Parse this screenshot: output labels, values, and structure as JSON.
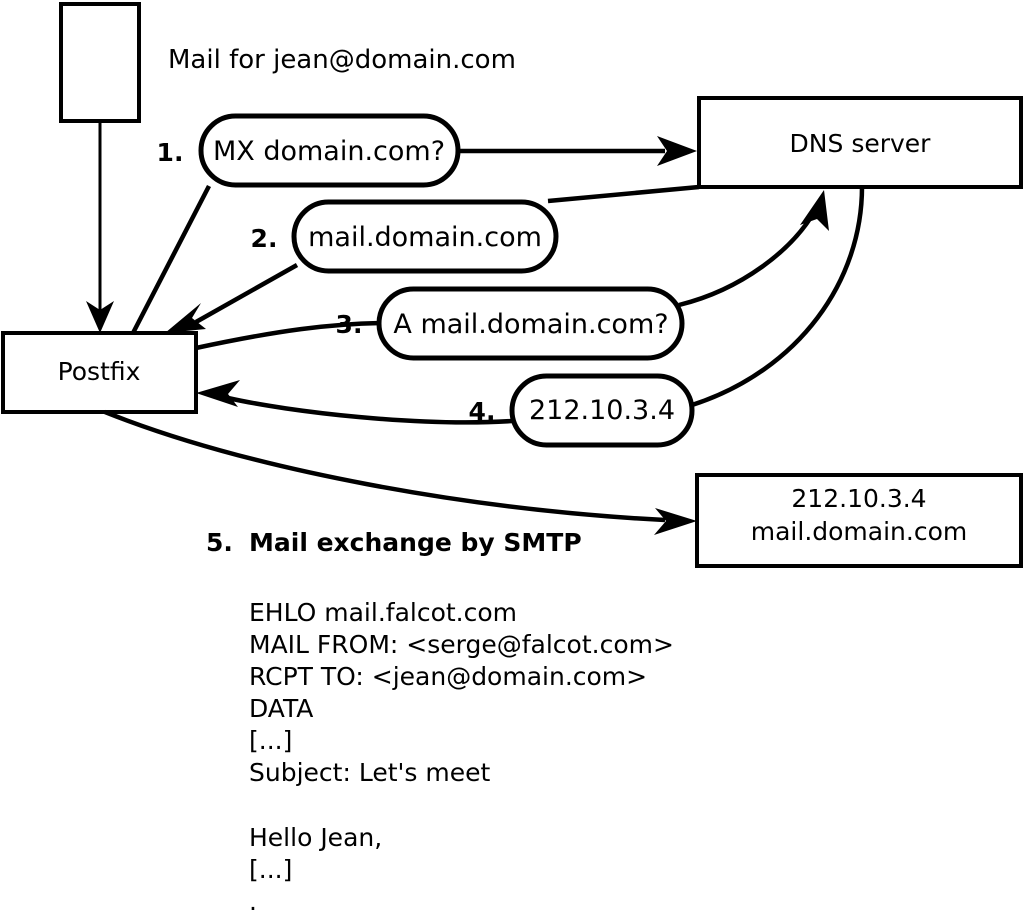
{
  "diagram": {
    "title_caption": "Mail for jean@domain.com",
    "nodes": [
      {
        "id": "client",
        "label": ""
      },
      {
        "id": "postfix",
        "label": "Postfix"
      },
      {
        "id": "dns",
        "label": "DNS server"
      },
      {
        "id": "mailserver",
        "label_line1": "212.10.3.4",
        "label_line2": "mail.domain.com"
      }
    ],
    "steps": [
      {
        "number": "1.",
        "label": "MX domain.com?"
      },
      {
        "number": "2.",
        "label": "mail.domain.com"
      },
      {
        "number": "3.",
        "label": "A mail.domain.com?"
      },
      {
        "number": "4.",
        "label": "212.10.3.4"
      }
    ],
    "step5": {
      "number": "5.",
      "label": "Mail exchange by SMTP"
    },
    "smtp_transcript": [
      "EHLO mail.falcot.com",
      "MAIL FROM: <serge@falcot.com>",
      "RCPT TO: <jean@domain.com>",
      "DATA",
      "[...]",
      "Subject: Let's meet",
      "",
      "Hello Jean,",
      "[...]",
      "."
    ],
    "colors": {
      "stroke": "#000000",
      "fill": "#ffffff",
      "text": "#000000"
    }
  }
}
